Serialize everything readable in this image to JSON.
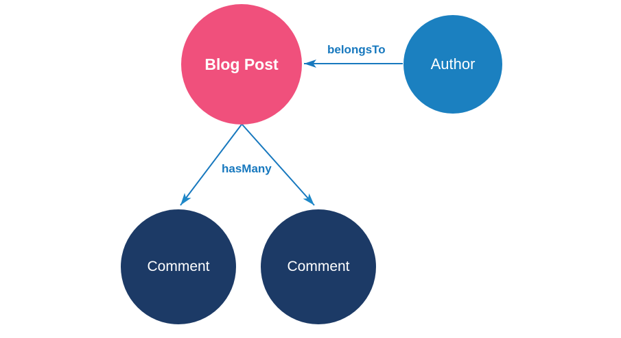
{
  "diagram": {
    "nodes": [
      {
        "id": "blog-post",
        "label": "Blog Post",
        "color": "#f0507c",
        "text_color": "#ffffff"
      },
      {
        "id": "author",
        "label": "Author",
        "color": "#1b80c0",
        "text_color": "#ffffff"
      },
      {
        "id": "comment-1",
        "label": "Comment",
        "color": "#1c3a66",
        "text_color": "#ffffff"
      },
      {
        "id": "comment-2",
        "label": "Comment",
        "color": "#1c3a66",
        "text_color": "#ffffff"
      }
    ],
    "edges": [
      {
        "id": "belongs-to",
        "label": "belongsTo",
        "from": "Author",
        "to": "Blog Post",
        "color": "#1778be"
      },
      {
        "id": "has-many-left",
        "label": "hasMany",
        "from": "Blog Post",
        "to": "Comment",
        "color": "#1778be"
      },
      {
        "id": "has-many-right",
        "label": "hasMany",
        "from": "Blog Post",
        "to": "Comment",
        "color": "#1778be"
      }
    ],
    "background": "#ffffff"
  }
}
